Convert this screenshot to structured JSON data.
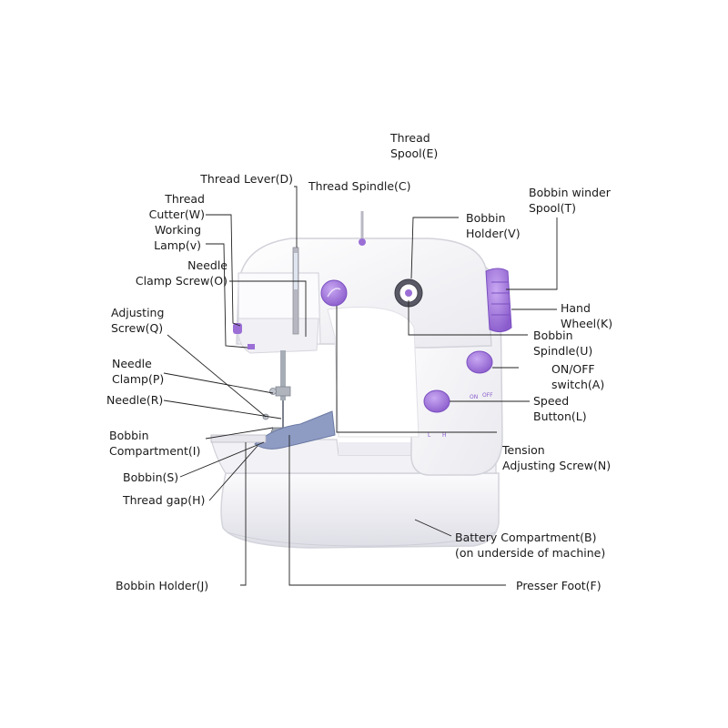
{
  "labels": {
    "thread_spool": [
      "Thread",
      "Spool(E)"
    ],
    "thread_lever": [
      "Thread Lever(D)"
    ],
    "thread_spindle": [
      "Thread Spindle(C)"
    ],
    "bobbin_winder_spool": [
      "Bobbin winder",
      "Spool(T)"
    ],
    "thread_cutter": [
      "Thread",
      "Cutter(W)"
    ],
    "working_lamp": [
      "Working",
      "Lamp(v)"
    ],
    "bobbin_holder_v": [
      "Bobbin",
      "Holder(V)"
    ],
    "needle_clamp_screw": [
      "Needle",
      "Clamp Screw(O)"
    ],
    "hand_wheel": [
      "Hand",
      "Wheel(K)"
    ],
    "adjusting_screw": [
      "Adjusting",
      "Screw(Q)"
    ],
    "bobbin_spindle": [
      "Bobbin",
      "Spindle(U)"
    ],
    "needle_clamp": [
      "Needle",
      "Clamp(P)"
    ],
    "on_off_switch": [
      "ON/OFF",
      "switch(A)"
    ],
    "needle": [
      "Needle(R)"
    ],
    "speed_button": [
      "Speed",
      "Button(L)"
    ],
    "bobbin_compartment": [
      "Bobbin",
      "Compartment(I)"
    ],
    "tension_adjusting_screw": [
      "Tension",
      "Adjusting Screw(N)"
    ],
    "bobbin_s": [
      "Bobbin(S)"
    ],
    "thread_gap": [
      "Thread gap(H)"
    ],
    "battery_compartment": [
      "Battery Compartment(B)",
      "(on underside of machine)"
    ],
    "bobbin_holder_j": [
      "Bobbin Holder(J)"
    ],
    "presser_foot": [
      "Presser Foot(F)"
    ]
  },
  "machine_marks": {
    "switch_marks": [
      "ON",
      "OFF"
    ],
    "speed_marks": [
      "L",
      "H"
    ]
  },
  "colors": {
    "body": "#f7f7fa",
    "outline": "#d6d6de",
    "accent": "#9b6fd6",
    "accent_dark": "#7b4fc0",
    "metal": "#9aa0a8",
    "fabric": "#8e9cc4",
    "leader": "#222222"
  }
}
